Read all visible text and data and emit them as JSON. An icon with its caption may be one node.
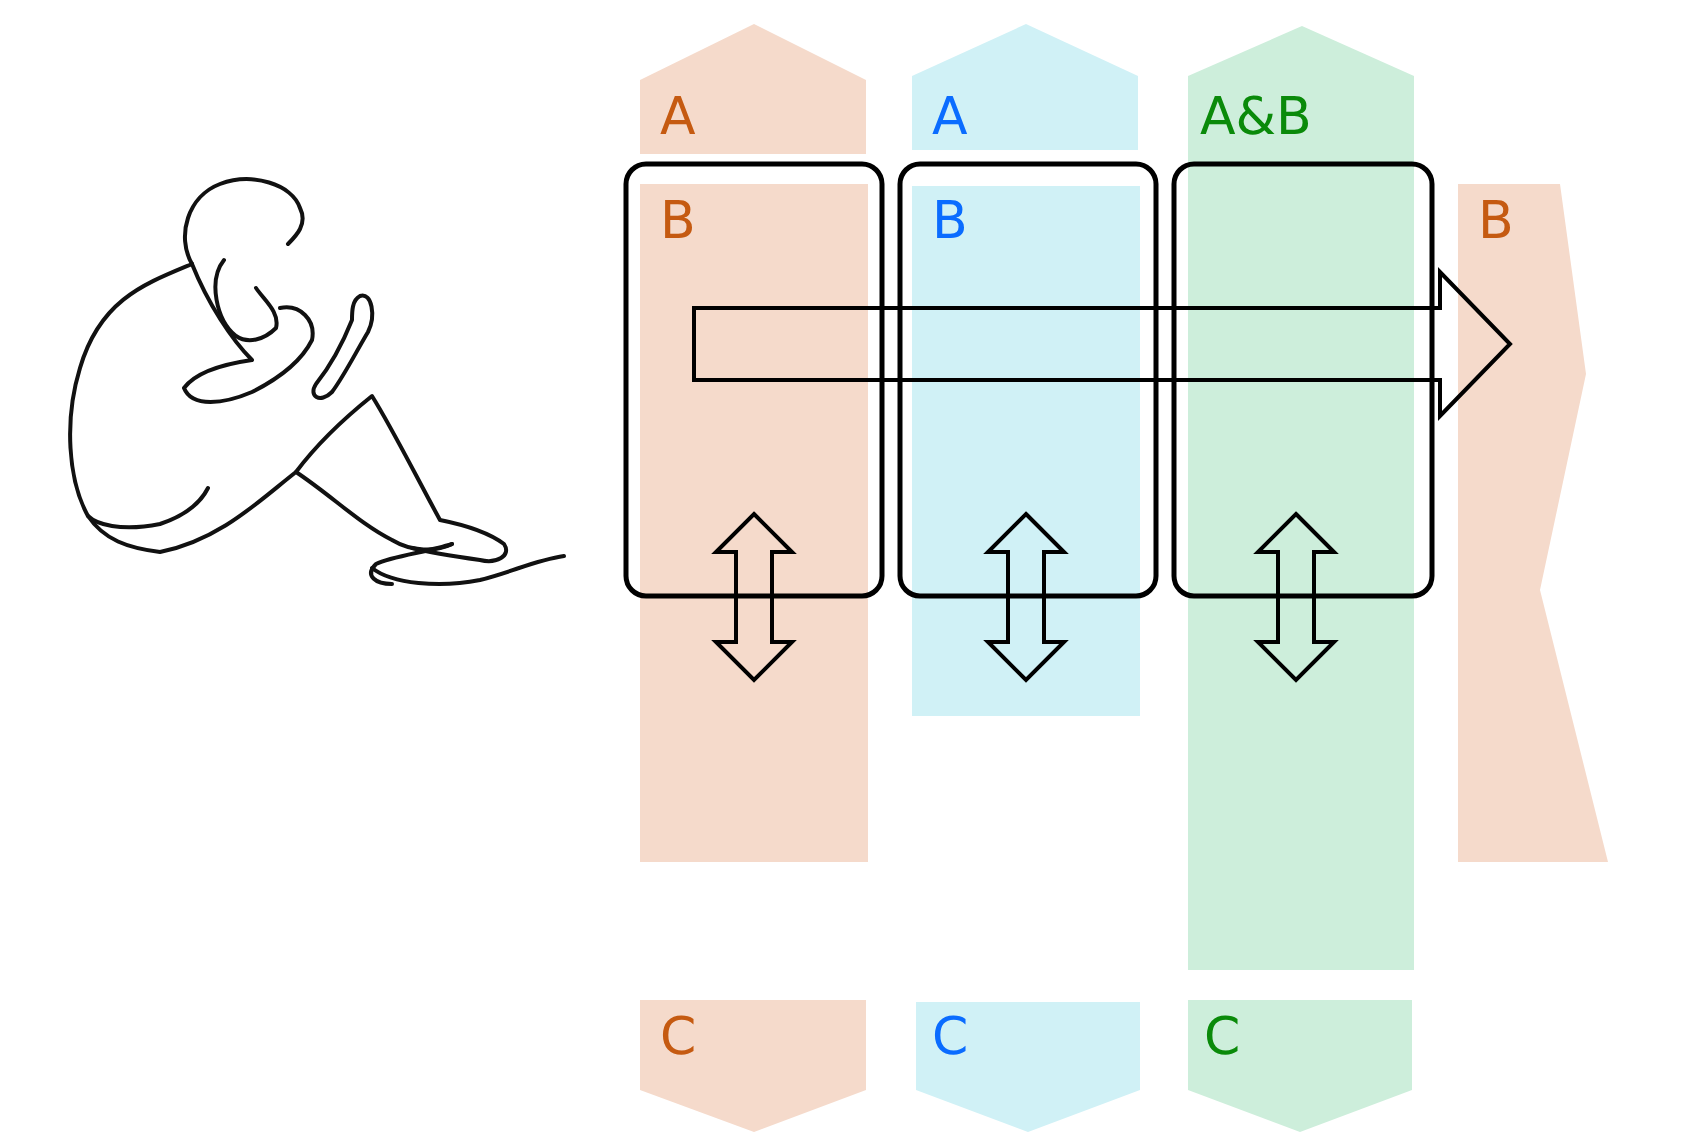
{
  "diagram": {
    "nodes": [
      {
        "text": [
          "A"
        ]
      },
      {
        "text": [
          "A"
        ]
      },
      {
        "text": [
          "A&B"
        ]
      },
      {
        "text": [
          "B"
        ]
      },
      {
        "text": [
          "B"
        ]
      },
      {
        "text": [
          "B"
        ]
      },
      {
        "text": [
          "C"
        ]
      },
      {
        "text": [
          "C"
        ]
      },
      {
        "text": [
          "C"
        ]
      }
    ],
    "edges": [
      {
        "from": 3,
        "to": 5,
        "arrow": "to",
        "style": "thick"
      }
    ]
  }
}
